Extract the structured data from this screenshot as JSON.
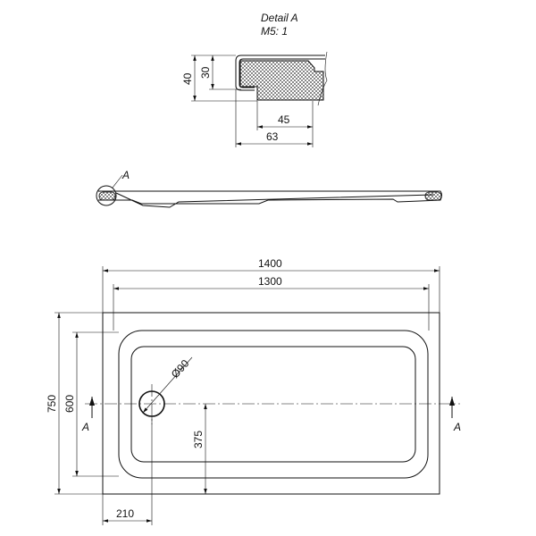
{
  "detail": {
    "title": "Detail  A",
    "scale": "M5: 1",
    "dim_40": "40",
    "dim_30": "30",
    "dim_45": "45",
    "dim_63": "63"
  },
  "side_view": {
    "detail_marker": "A"
  },
  "plan_view": {
    "dim_width_outer": "1400",
    "dim_width_inner": "1300",
    "dim_depth_outer": "750",
    "dim_depth_inner": "600",
    "dim_drain_diameter": "Ø90",
    "dim_drain_y": "375",
    "dim_drain_x": "210",
    "section_left": "A",
    "section_right": "A"
  }
}
